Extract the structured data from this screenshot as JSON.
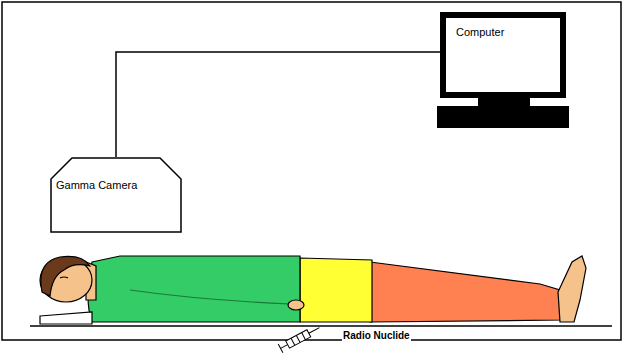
{
  "diagram": {
    "nodes": [
      {
        "text": [
          "Computer"
        ]
      },
      {
        "text": [
          "Gamma Camera"
        ]
      }
    ],
    "edges": [
      {
        "from": 1,
        "to": 0,
        "arrow": "none"
      }
    ],
    "labels": [
      "Radio Nuclide"
    ]
  }
}
